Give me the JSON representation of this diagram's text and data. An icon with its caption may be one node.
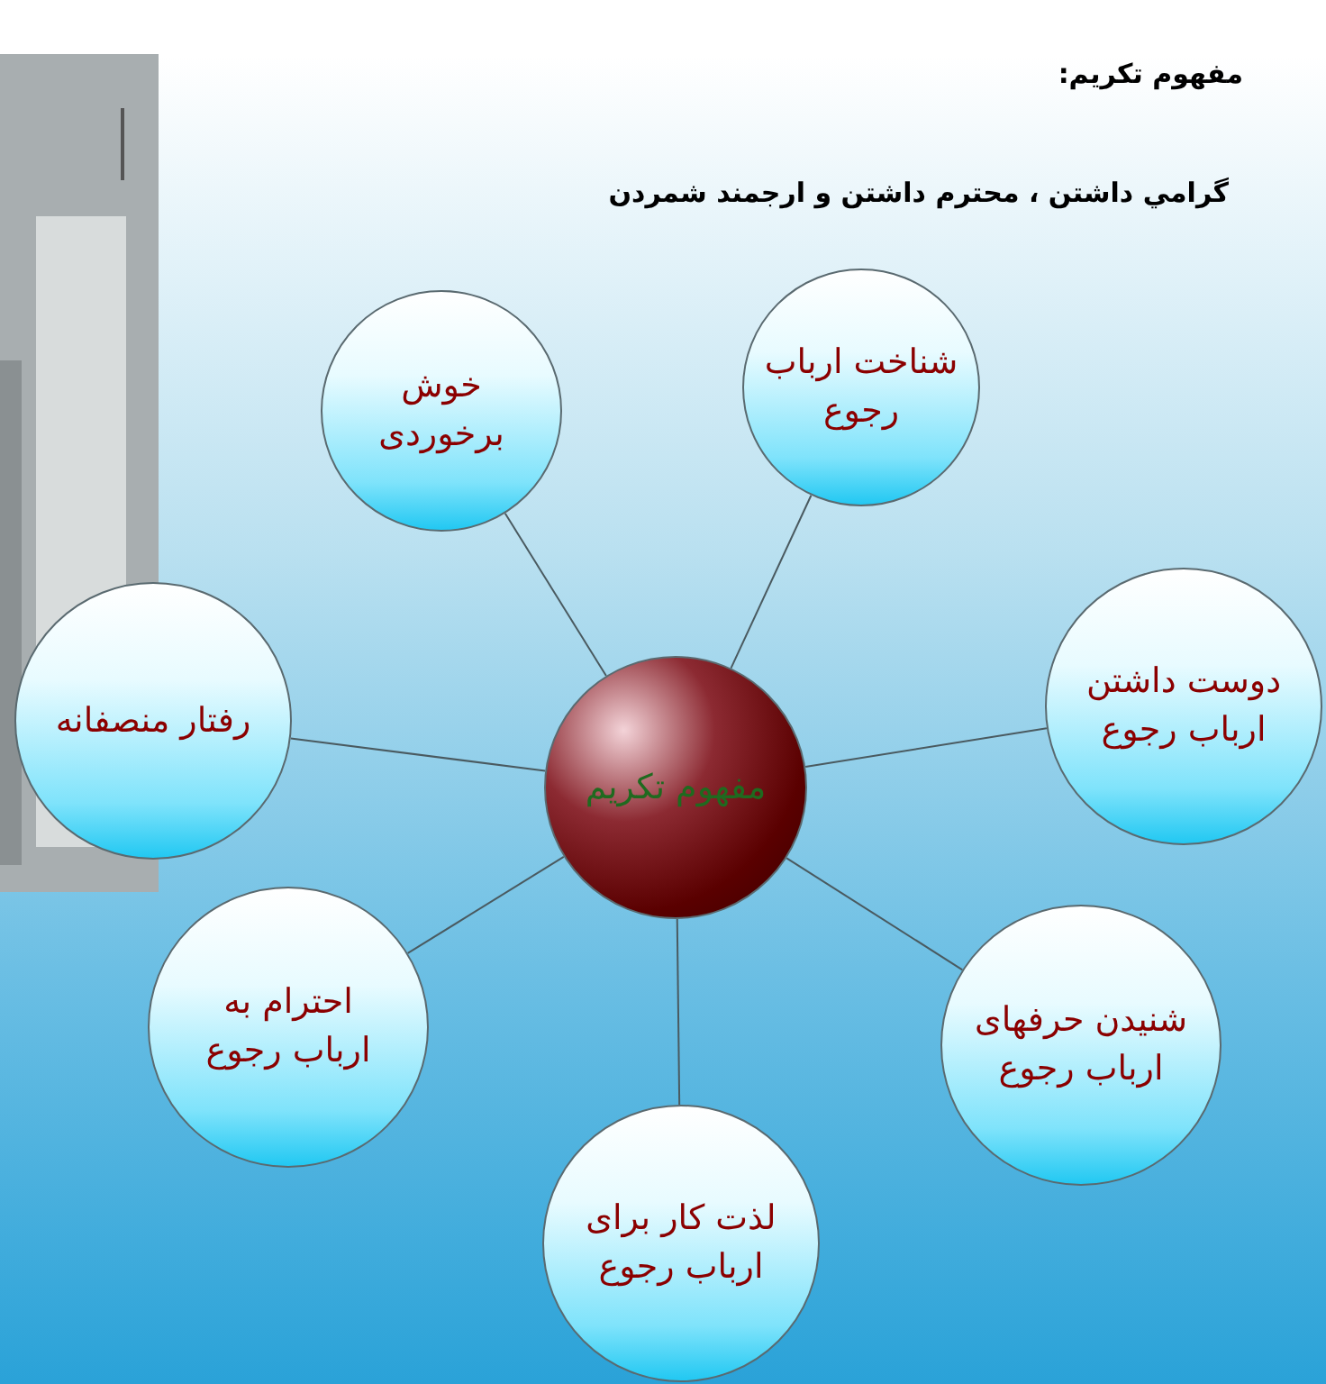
{
  "diagram": {
    "title": "مفهوم تکریم:",
    "caption": "گرامي داشتن ، محترم داشتن و ارجمند شمردن",
    "nodes": [
      {
        "text": [
          "مفهوم تکریم"
        ]
      },
      {
        "text": [
          "خوش برخوردی"
        ]
      },
      {
        "text": [
          "شناخت ارباب رجوع"
        ]
      },
      {
        "text": [
          "رفتار منصفانه"
        ]
      },
      {
        "text": [
          "دوست داشتن ارباب رجوع"
        ]
      },
      {
        "text": [
          "احترام به ارباب رجوع"
        ]
      },
      {
        "text": [
          "شنیدن حرفهای ارباب رجوع"
        ]
      },
      {
        "text": [
          "لذت کار برای ارباب رجوع"
        ]
      }
    ],
    "edges": [
      {
        "from": 0,
        "to": 1,
        "arrow": "none"
      },
      {
        "from": 0,
        "to": 2,
        "arrow": "none"
      },
      {
        "from": 0,
        "to": 3,
        "arrow": "none"
      },
      {
        "from": 0,
        "to": 4,
        "arrow": "none"
      },
      {
        "from": 0,
        "to": 5,
        "arrow": "none"
      },
      {
        "from": 0,
        "to": 6,
        "arrow": "none"
      },
      {
        "from": 0,
        "to": 7,
        "arrow": "none"
      }
    ]
  }
}
